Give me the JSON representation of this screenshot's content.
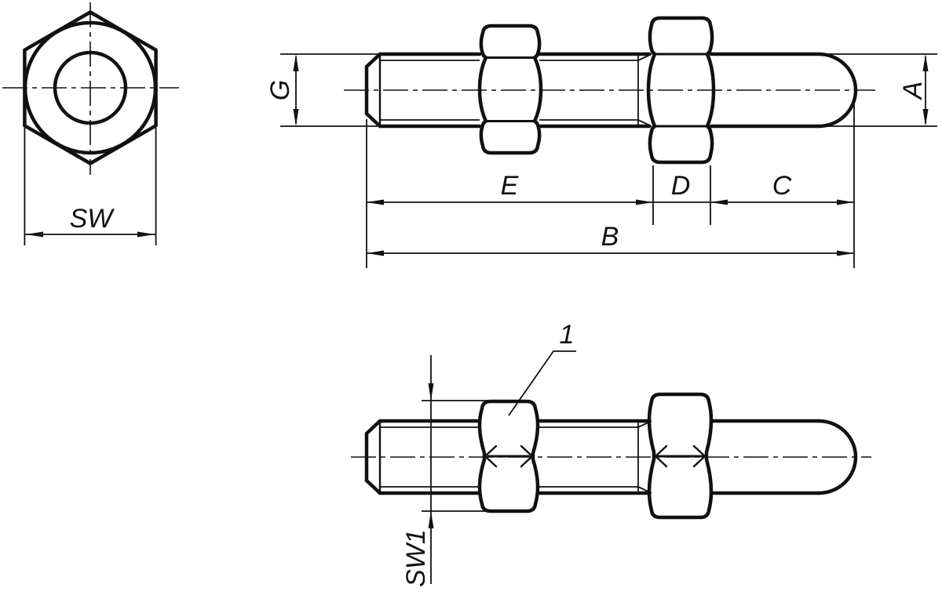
{
  "drawing": {
    "title": "stud-with-thrust-pin-technical-drawing",
    "front_view": {
      "dim_sw": "SW"
    },
    "side_view": {
      "dim_g": "G",
      "dim_a": "A",
      "dim_e": "E",
      "dim_d": "D",
      "dim_c": "C",
      "dim_b": "B"
    },
    "detail_view": {
      "item_ref": "1",
      "dim_sw1": "SW1"
    }
  },
  "colors": {
    "line": "#111111",
    "background": "#ffffff"
  }
}
